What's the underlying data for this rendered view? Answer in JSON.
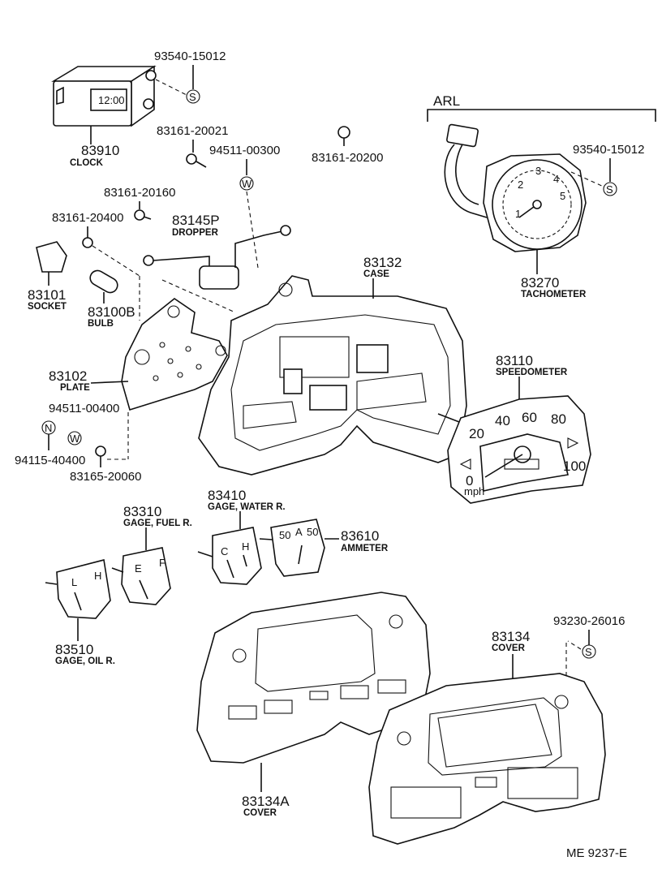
{
  "header": {
    "variant_label": "ARL"
  },
  "parts": {
    "clock": {
      "number": "83910",
      "name": "CLOCK",
      "display": "12:00"
    },
    "screw_clock": {
      "number": "93540-15012",
      "symbol": "S"
    },
    "screw_20021": {
      "number": "83161-20021"
    },
    "washer_300": {
      "number": "94511-00300",
      "symbol": "W"
    },
    "screw_20200": {
      "number": "83161-20200"
    },
    "screw_20160": {
      "number": "83161-20160"
    },
    "screw_20400": {
      "number": "83161-20400"
    },
    "dropper": {
      "number": "83145P",
      "name": "DROPPER"
    },
    "socket": {
      "number": "83101",
      "name": "SOCKET"
    },
    "bulb": {
      "number": "83100B",
      "name": "BULB"
    },
    "case": {
      "number": "83132",
      "name": "CASE"
    },
    "plate": {
      "number": "83102",
      "name": "PLATE"
    },
    "washer_400": {
      "number": "94511-00400",
      "symbol": "W"
    },
    "nut": {
      "number": "94115-40400",
      "symbol": "N"
    },
    "nut_20060": {
      "number": "83165-20060"
    },
    "screw_tach": {
      "number": "93540-15012",
      "symbol": "S"
    },
    "tachometer": {
      "number": "83270",
      "name": "TACHOMETER",
      "dial": [
        "1",
        "2",
        "3",
        "4",
        "5"
      ]
    },
    "speedometer": {
      "number": "83110",
      "name": "SPEEDOMETER",
      "dial": [
        "0",
        "20",
        "40",
        "60",
        "80",
        "100"
      ],
      "unit": "mph"
    },
    "gage_water": {
      "number": "83410",
      "name": "GAGE, WATER R.",
      "left": "C",
      "right": "H"
    },
    "gage_fuel": {
      "number": "83310",
      "name": "GAGE, FUEL R.",
      "left": "E",
      "right": "F"
    },
    "ammeter": {
      "number": "83610",
      "name": "AMMETER",
      "left": "50",
      "mid": "A",
      "right": "50"
    },
    "gage_oil": {
      "number": "83510",
      "name": "GAGE, OIL R.",
      "left": "L",
      "right": "H"
    },
    "screw_cover": {
      "number": "93230-26016",
      "symbol": "S"
    },
    "cover": {
      "number": "83134",
      "name": "COVER"
    },
    "cover_a": {
      "number": "83134A",
      "name": "COVER"
    }
  },
  "footer": {
    "code": "ME  9237-E"
  }
}
